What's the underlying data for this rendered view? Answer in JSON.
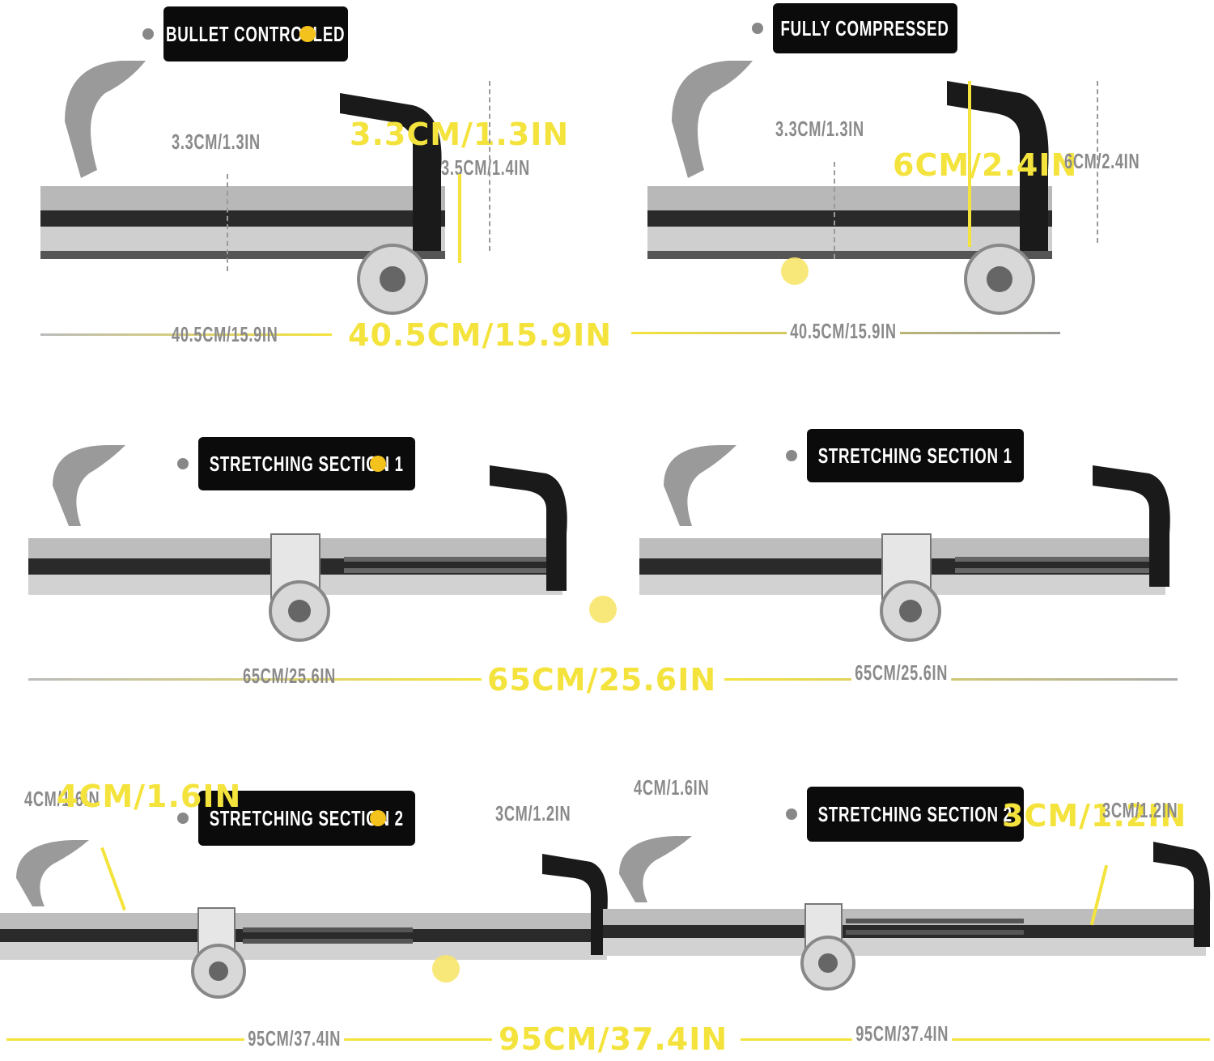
{
  "badges": [
    "BULLET CONTROLLED",
    "FULLY COMPRESSED",
    "STRETCHING SECTION 1",
    "STRETCHING SECTION 1",
    "STRETCHING SECTION 2",
    "STRETCHING SECTION 2"
  ],
  "dimensions": {
    "row1": {
      "gap_left": "3.3CM/1.3IN",
      "gap_left_ghost": "3.3CM/1.3IN",
      "height_left_ghost": "3.5CM/1.4IN",
      "gap_right_ghost": "3.3CM/1.3IN",
      "height_right": "6CM/2.4IN",
      "height_right_ghost": "6CM/2.4IN",
      "length": "40.5CM/15.9IN",
      "length_left_ghost": "40.5CM/15.9IN",
      "length_right_ghost": "40.5CM/15.9IN"
    },
    "row2": {
      "length": "65CM/25.6IN",
      "length_left_ghost": "65CM/25.6IN",
      "length_right_ghost": "65CM/25.6IN"
    },
    "row3": {
      "gap_left": "4CM/1.6IN",
      "gap_left_ghost": "4CM/1.6IN",
      "gap_right": "3CM/1.2IN",
      "gap_right_ghost": "3CM/1.2IN",
      "mid_ghost_a": "3CM/1.2IN",
      "mid_ghost_b": "4CM/1.6IN",
      "length": "95CM/37.4IN",
      "length_left_ghost": "95CM/37.4IN",
      "length_right_ghost": "95CM/37.4IN"
    }
  },
  "colors": {
    "accent": "#f4e33c",
    "badge_bg": "#0b0b0b",
    "badge_text": "#ffffff",
    "ghost_text": "#8a8a8a"
  }
}
